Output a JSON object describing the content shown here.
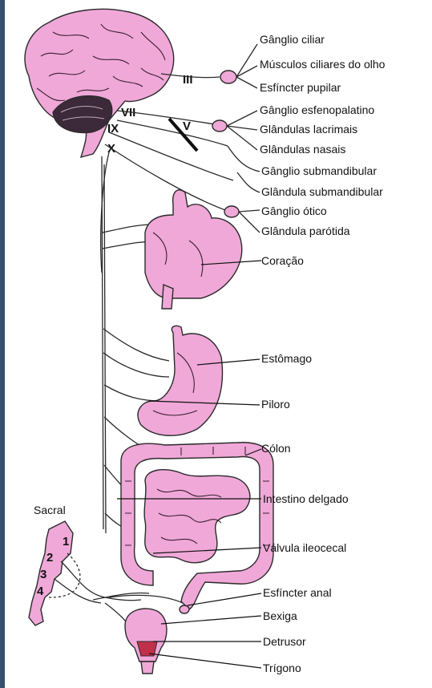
{
  "diagram": {
    "cranial_nerves": [
      "III",
      "VII",
      "IX",
      "X",
      "V"
    ],
    "sacral_label": "Sacral",
    "sacral_numbers": [
      "1",
      "2",
      "3",
      "4"
    ],
    "labels": [
      "Gânglio ciliar",
      "Músculos ciliares do olho",
      "Esfíncter pupilar",
      "Gânglio esfenopalatino",
      "Glândulas lacrimais",
      "Glândulas nasais",
      "Gânglio submandibular",
      "Glândula submandibular",
      "Gânglio ótico",
      "Glândula parótida",
      "Coração",
      "Estômago",
      "Piloro",
      "Cólon",
      "Intestino delgado",
      "Válvula ileocecal",
      "Esfíncter anal",
      "Bexiga",
      "Detrusor",
      "Trígono"
    ],
    "colors": {
      "organ": "#f0a8d8",
      "trigone": "#c0304a",
      "frame": "#34506e"
    }
  }
}
